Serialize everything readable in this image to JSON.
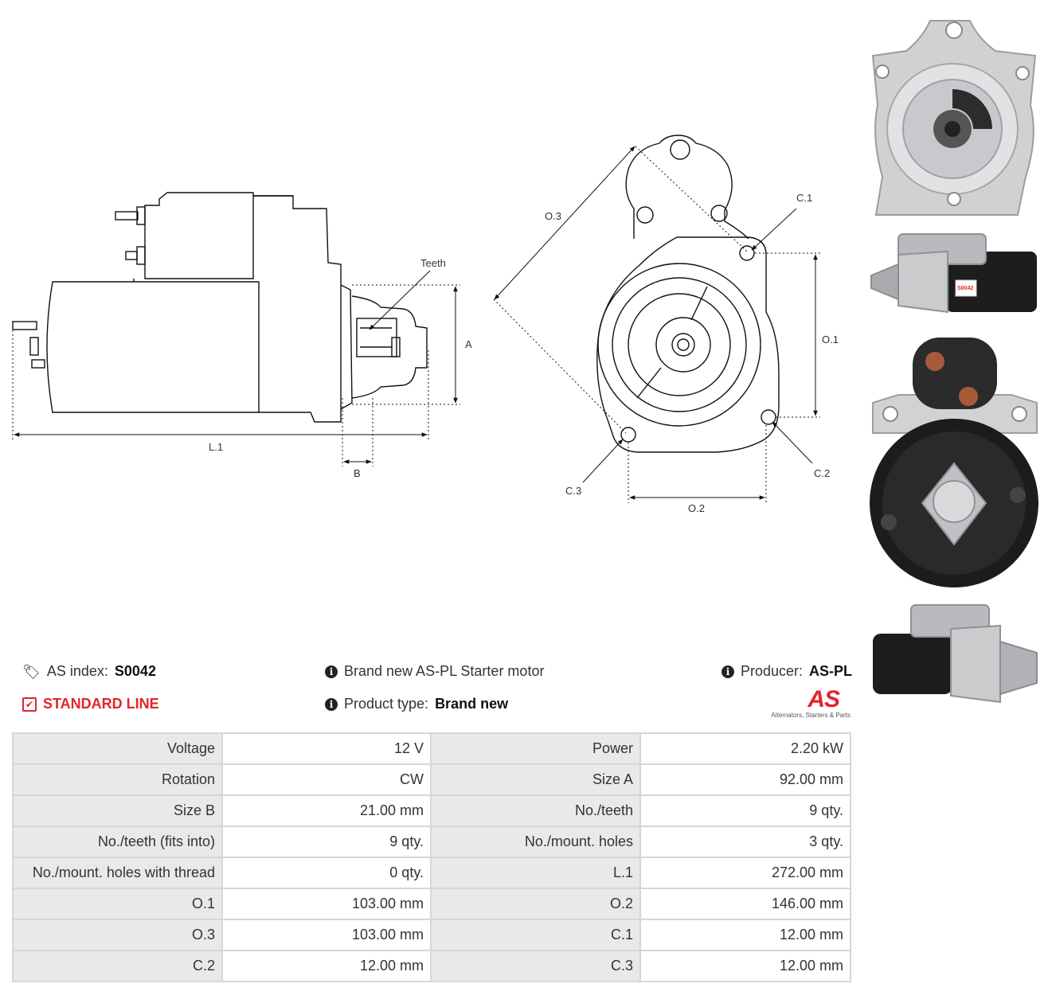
{
  "diagram": {
    "labels": {
      "teeth": "Teeth",
      "a": "A",
      "l1": "L.1",
      "b": "B",
      "o1": "O.1",
      "o2": "O.2",
      "o3": "O.3",
      "c1": "C.1",
      "c2": "C.2",
      "c3": "C.3"
    }
  },
  "photo_label": "S0042",
  "info": {
    "index_label": "AS index:",
    "index_value": "S0042",
    "line": "STANDARD LINE",
    "brand_text": "Brand new AS-PL Starter motor",
    "product_type_label": "Product type:",
    "product_type_value": "Brand new",
    "producer_label": "Producer:",
    "producer_value": "AS-PL",
    "logo_text": "AS",
    "logo_tagline": "Alternators, Starters & Parts",
    "accent_color": "#e3242b"
  },
  "specs": [
    [
      {
        "label": "Voltage",
        "value": "12 V"
      },
      {
        "label": "Power",
        "value": "2.20 kW"
      }
    ],
    [
      {
        "label": "Rotation",
        "value": "CW"
      },
      {
        "label": "Size A",
        "value": "92.00 mm"
      }
    ],
    [
      {
        "label": "Size B",
        "value": "21.00 mm"
      },
      {
        "label": "No./teeth",
        "value": "9 qty."
      }
    ],
    [
      {
        "label": "No./teeth (fits into)",
        "value": "9 qty."
      },
      {
        "label": "No./mount. holes",
        "value": "3 qty."
      }
    ],
    [
      {
        "label": "No./mount. holes with thread",
        "value": "0 qty."
      },
      {
        "label": "L.1",
        "value": "272.00 mm"
      }
    ],
    [
      {
        "label": "O.1",
        "value": "103.00 mm"
      },
      {
        "label": "O.2",
        "value": "146.00 mm"
      }
    ],
    [
      {
        "label": "O.3",
        "value": "103.00 mm"
      },
      {
        "label": "C.1",
        "value": "12.00 mm"
      }
    ],
    [
      {
        "label": "C.2",
        "value": "12.00 mm"
      },
      {
        "label": "C.3",
        "value": "12.00 mm"
      }
    ]
  ]
}
